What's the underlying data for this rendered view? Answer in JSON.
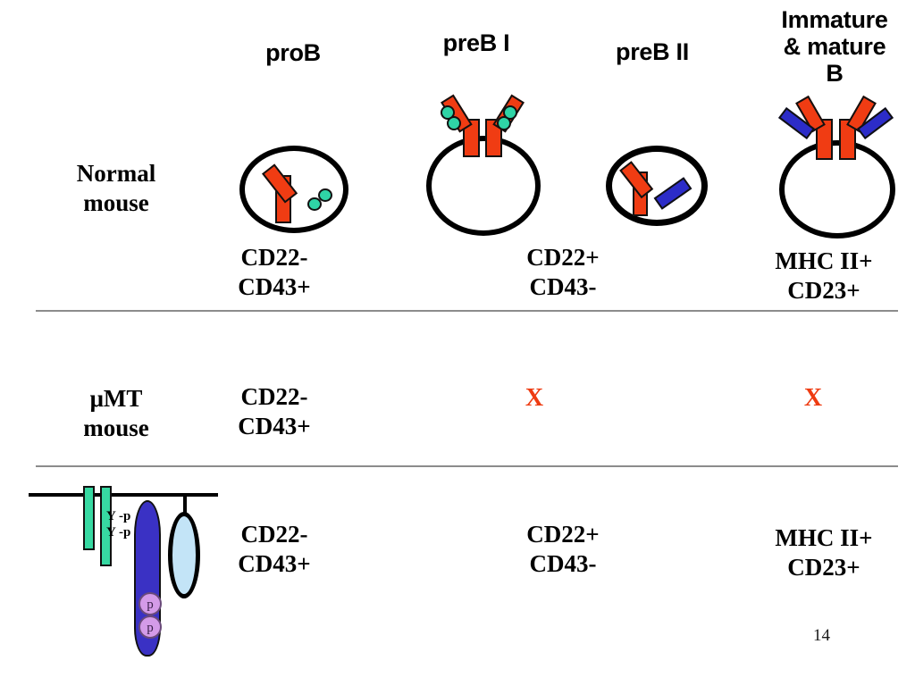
{
  "slide": {
    "page_number": "14",
    "background_color": "#ffffff"
  },
  "colors": {
    "receptor_heavy_chain": "#F03C13",
    "receptor_light_chain": "#2C2CC8",
    "surrogate_light_chain_dot": "#2FD4A6",
    "transmembrane_bar": "#37D9A2",
    "signaling_blob": "#3A31C4",
    "phosphate_circle": "#D49BE8",
    "cd22_ellipse": "#C3E4F7",
    "x_mark": "#EE3B11",
    "divider": "#8c8c8c",
    "outline": "#000000"
  },
  "columns": [
    {
      "id": "prob",
      "label": "proB"
    },
    {
      "id": "preb1",
      "label": "preB I"
    },
    {
      "id": "preb2",
      "label": "preB II"
    },
    {
      "id": "mature",
      "label": "Immature\n& mature\nB"
    }
  ],
  "rows": [
    {
      "id": "normal",
      "label": "Normal\nmouse",
      "cells": [
        {
          "column": "prob",
          "markers": "CD22-\nCD43+"
        },
        {
          "column": "preb1",
          "markers": "CD22+\nCD43-"
        },
        {
          "column": "preb2",
          "markers": ""
        },
        {
          "column": "mature",
          "markers": "MHC II+\nCD23+"
        }
      ]
    },
    {
      "id": "umt",
      "label": "μMT\nmouse",
      "cells": [
        {
          "column": "prob",
          "markers": "CD22-\nCD43+"
        },
        {
          "column": "preb1",
          "markers": "X"
        },
        {
          "column": "preb2",
          "markers": ""
        },
        {
          "column": "mature",
          "markers": "X"
        }
      ]
    },
    {
      "id": "cd22",
      "label": "",
      "cells": [
        {
          "column": "prob",
          "markers": "CD22-\nCD43+"
        },
        {
          "column": "preb1",
          "markers": "CD22+\nCD43-"
        },
        {
          "column": "preb2",
          "markers": ""
        },
        {
          "column": "mature",
          "markers": "MHC II+\nCD23+"
        }
      ]
    }
  ],
  "markers": {
    "normal_prob": "CD22-\nCD43+",
    "normal_preb": "CD22+\nCD43-",
    "normal_mature": "MHC II+\nCD23+",
    "umt_prob": "CD22-\nCD43+",
    "umt_preb_x": "X",
    "umt_mature_x": "X",
    "cd22_prob": "CD22-\nCD43+",
    "cd22_preb": "CD22+\nCD43-",
    "cd22_mature": "MHC II+\nCD23+"
  },
  "signaling": {
    "phospho_label": "Y -p\nY -p",
    "phosphate_1": "p",
    "phosphate_2": "p"
  }
}
